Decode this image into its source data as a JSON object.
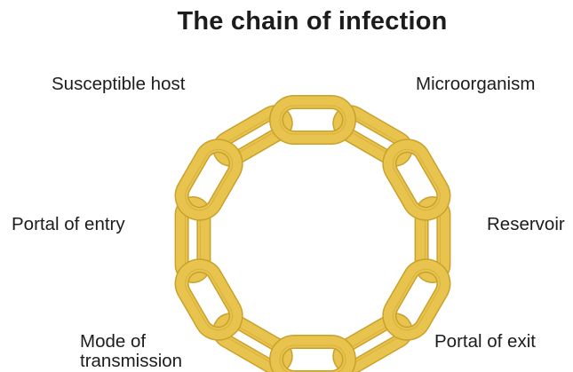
{
  "title": "The chain of infection",
  "links": [
    {
      "label": "Microorganism"
    },
    {
      "label": "Reservoir"
    },
    {
      "label": "Portal of exit"
    },
    {
      "label": "Mode of transmission"
    },
    {
      "label": "Portal of entry"
    },
    {
      "label": "Susceptible host"
    }
  ],
  "colors": {
    "chain_fill": "#e8c34d",
    "chain_stroke": "#c9a22c",
    "chain_dark": "#b8901f",
    "text": "#1c1c1c"
  }
}
